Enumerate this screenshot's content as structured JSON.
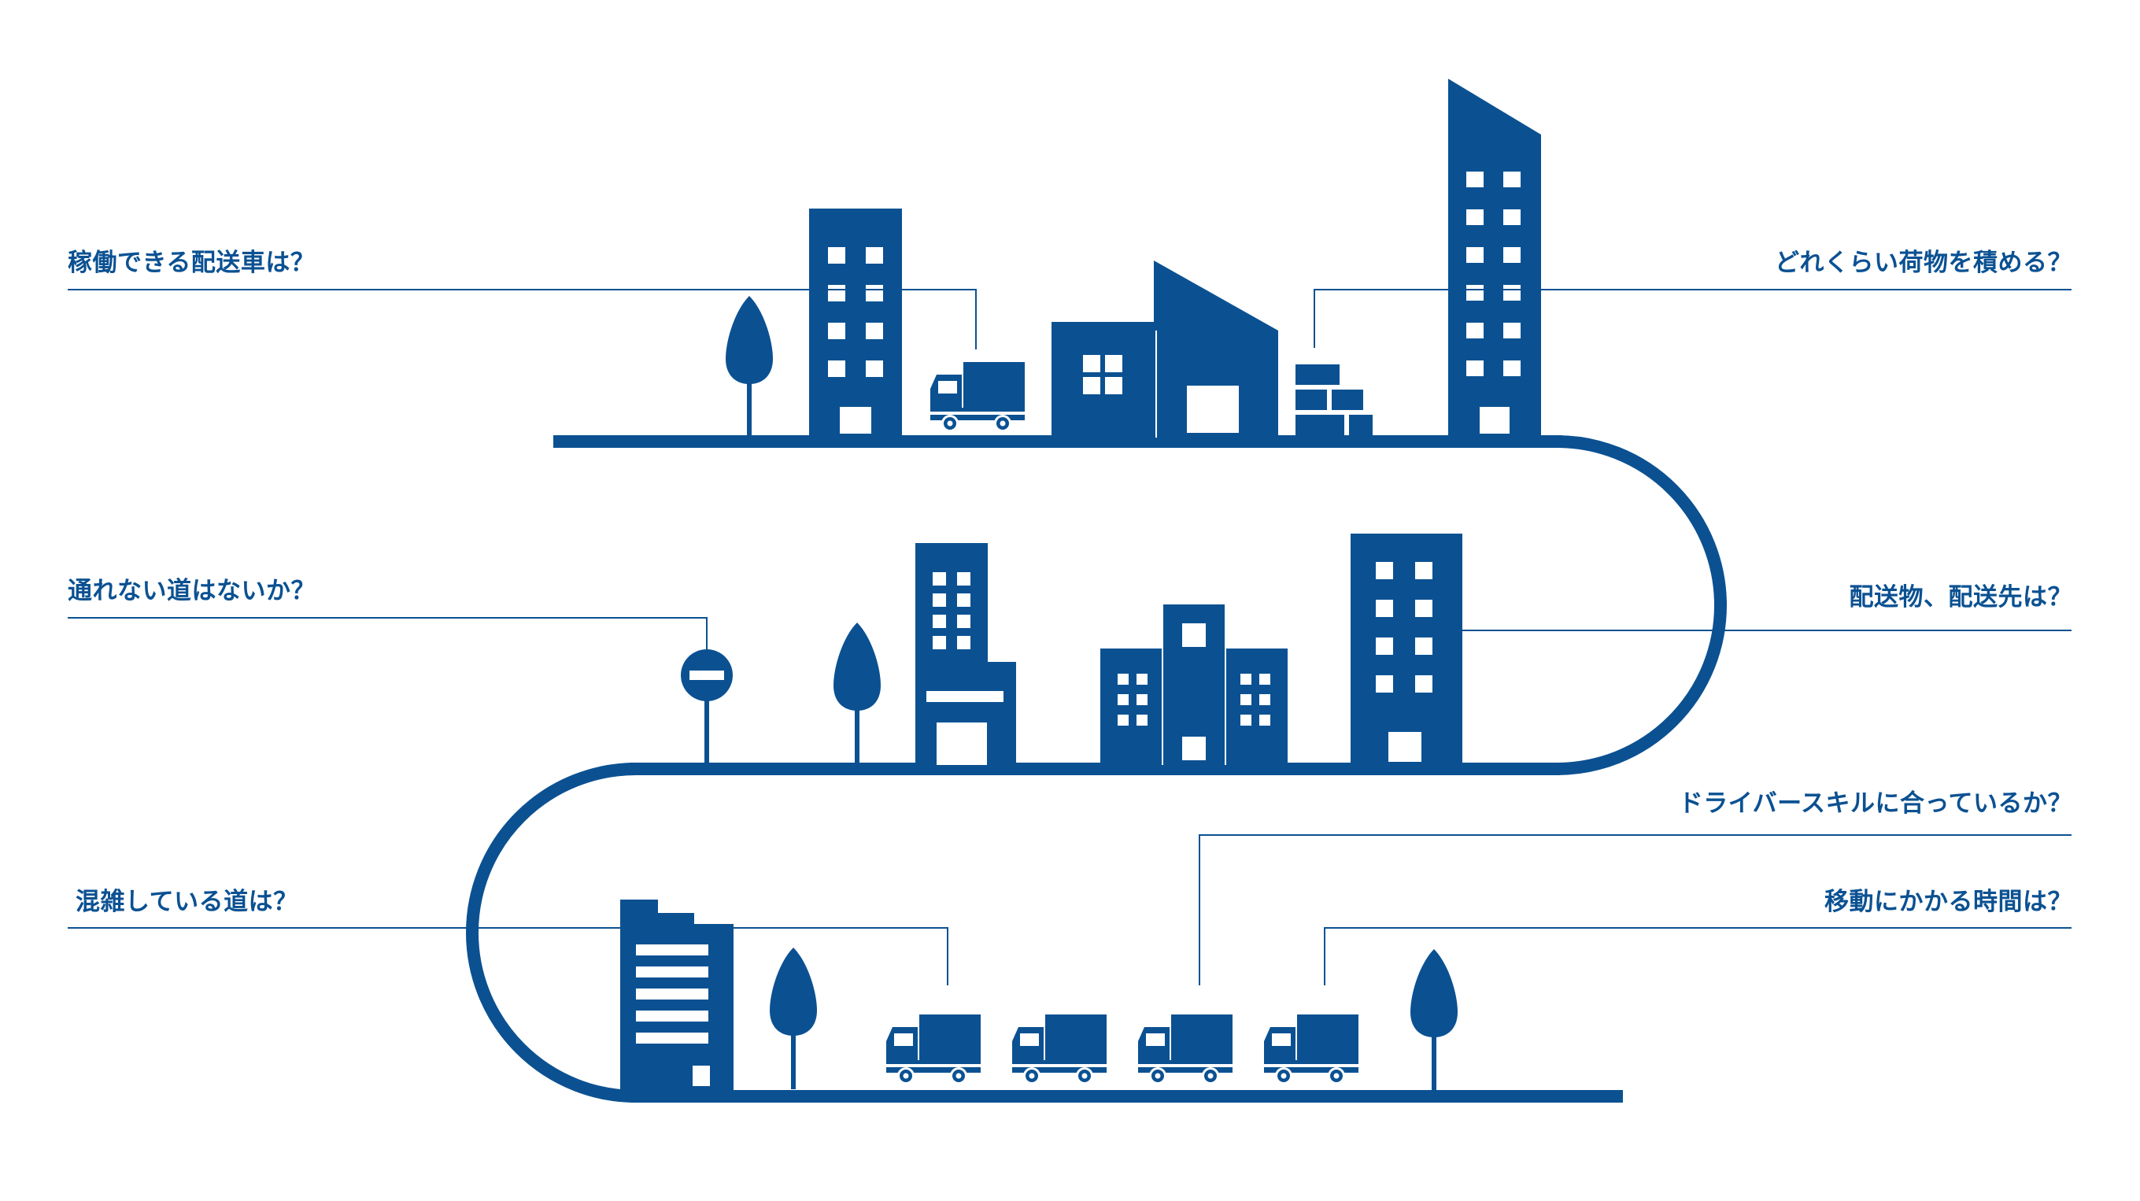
{
  "colors": {
    "primary": "#0b5192",
    "window": "#ffffff",
    "background": "#ffffff"
  },
  "questions": {
    "operating_vehicles": "稼働できる配送車は？",
    "cargo_volume": "どれくらい荷物を積める？",
    "impassable_roads": "通れない道はないか？",
    "destinations": "配送物、配送先は？",
    "congested_roads": "混雑している道は？",
    "driver_skill": "ドライバースキルに合っているか？",
    "travel_time": "移動にかかる時間は？"
  },
  "icons": [
    "tree-icon",
    "office-building-icon",
    "delivery-truck-icon",
    "warehouse-icon",
    "stacked-boxes-icon",
    "no-entry-sign-icon"
  ]
}
